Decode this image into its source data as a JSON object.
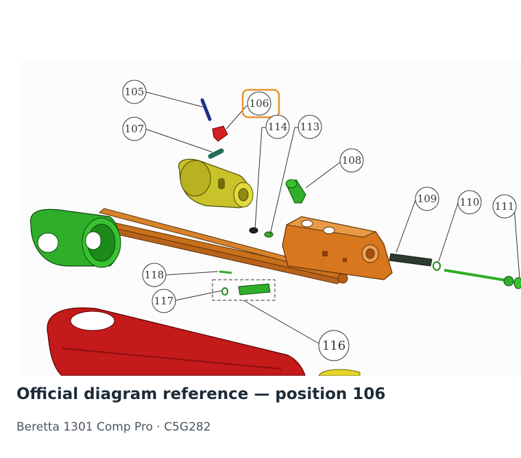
{
  "diagram": {
    "callouts": [
      "105",
      "106",
      "107",
      "108",
      "109",
      "110",
      "111",
      "113",
      "114",
      "116",
      "117",
      "118"
    ],
    "highlighted": "106",
    "highlight_color": "#e8922b"
  },
  "caption": {
    "title": "Official diagram reference — position 106",
    "subtitle": "Beretta 1301 Comp Pro · C5G282"
  }
}
